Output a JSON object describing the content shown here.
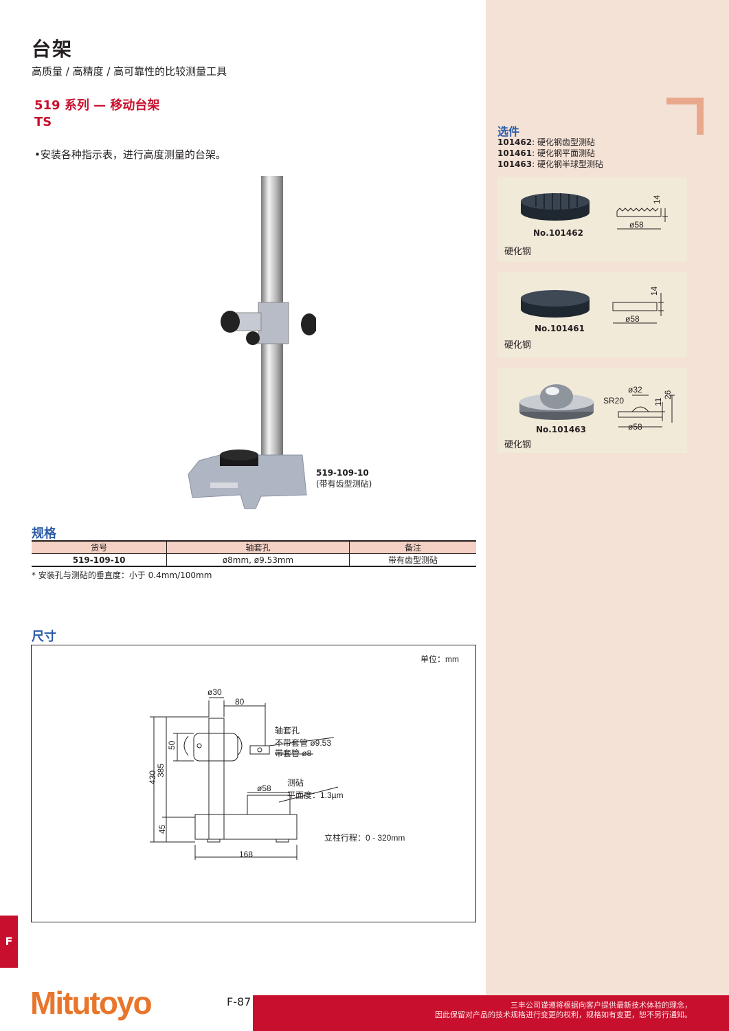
{
  "header": {
    "title": "台架",
    "subtitle": "高质量 / 高精度 / 高可靠性的比较测量工具"
  },
  "series": {
    "line1": "519 系列 — 移动台架",
    "line2": "TS"
  },
  "bullet": "•安装各种指示表，进行高度测量的台架。",
  "photo_caption": {
    "code": "519-109-10",
    "note": "(带有齿型测砧)"
  },
  "spec": {
    "heading": "规格",
    "columns": [
      "货号",
      "轴套孔",
      "备注"
    ],
    "rows": [
      [
        "519-109-10",
        "ø8mm, ø9.53mm",
        "带有齿型测砧"
      ]
    ],
    "note": "* 安装孔与测砧的垂直度：小于 0.4mm/100mm"
  },
  "dimensions": {
    "heading": "尺寸",
    "unit": "单位：mm",
    "d30": "ø30",
    "d80": "80",
    "bore_title": "轴套孔",
    "bore_without": "不带套管 ø9.53",
    "bore_with": "带套管 ø8",
    "d50": "50",
    "d385": "385",
    "d430": "430",
    "d58": "ø58",
    "anvil_title": "测砧",
    "flatness": "平面度：1.3µm",
    "d45": "45",
    "d168": "168",
    "stroke": "立柱行程：0 - 320mm"
  },
  "options": {
    "heading": "选件",
    "items": [
      {
        "code": "101462",
        "desc": "硬化钢齿型测砧"
      },
      {
        "code": "101461",
        "desc": "硬化钢平面测砧"
      },
      {
        "code": "101463",
        "desc": "硬化钢半球型测砧"
      }
    ],
    "cards": [
      {
        "no": "No.101462",
        "material": "硬化钢",
        "h": "14",
        "d": "ø58"
      },
      {
        "no": "No.101461",
        "material": "硬化钢",
        "h": "14",
        "d": "ø58"
      },
      {
        "no": "No.101463",
        "material": "硬化钢",
        "d32": "ø32",
        "sr": "SR20",
        "h11": "11",
        "h26": "26",
        "d": "ø58"
      }
    ]
  },
  "side_tab": "F",
  "footer": {
    "brand": "Mitutoyo",
    "page": "F-87",
    "notice_line1": "三丰公司谨遵将根据向客户提供最新技术体验的理念，",
    "notice_line2": "因此保留对产品的技术规格进行变更的权利，规格如有变更，恕不另行通知。"
  },
  "colors": {
    "accent_red": "#c8102e",
    "heading_blue": "#2a5aa8",
    "panel_peach": "#f4e2d6",
    "brand_orange": "#e8752b",
    "table_header": "#f4d1c4"
  }
}
